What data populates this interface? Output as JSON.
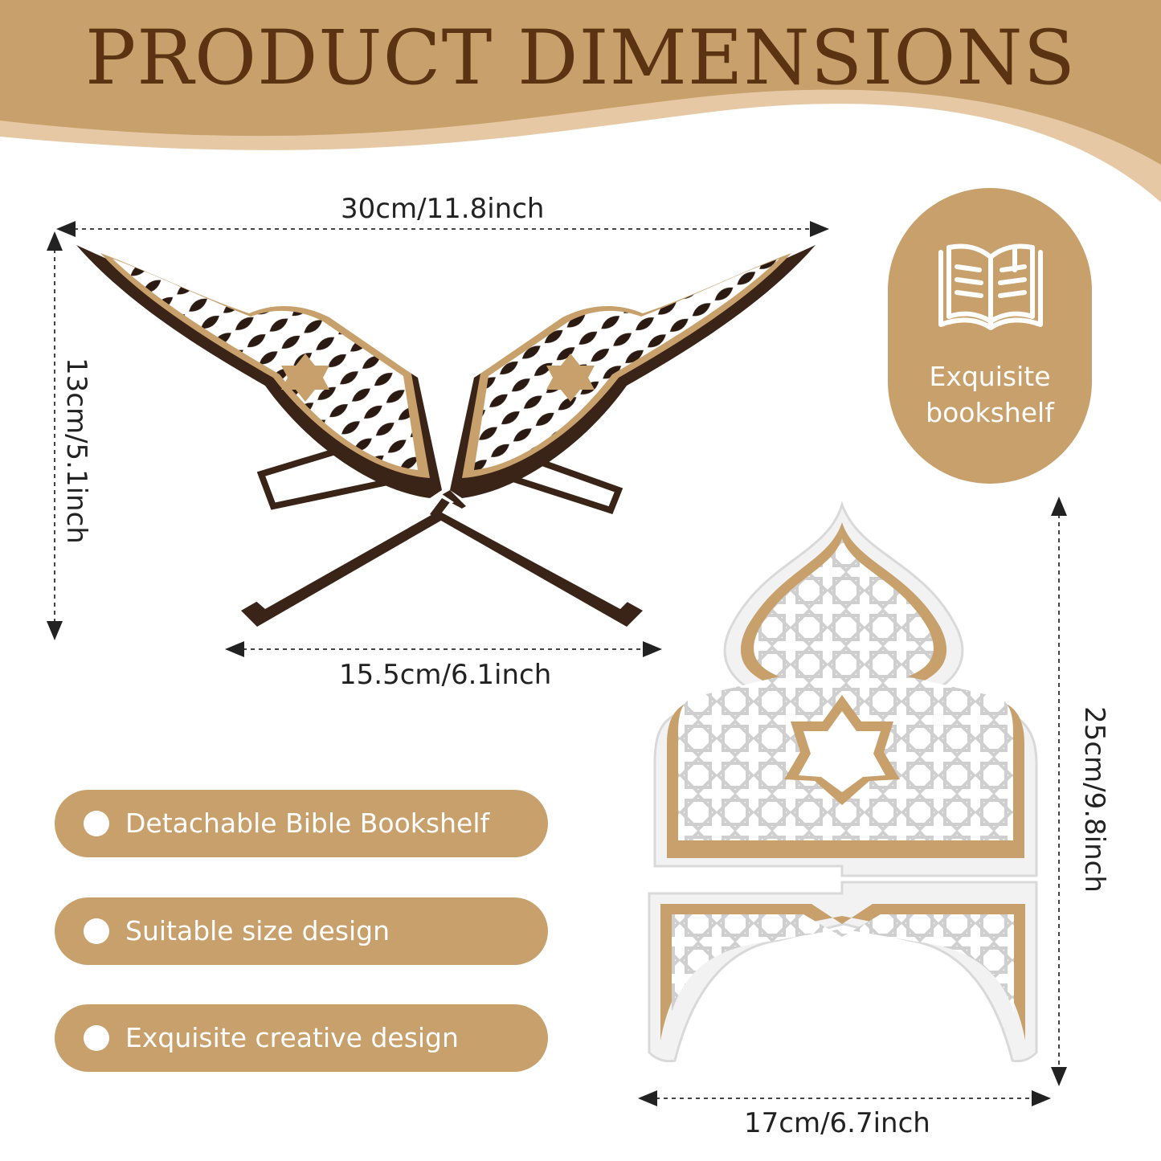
{
  "header": {
    "title": "PRODUCT DIMENSIONS"
  },
  "colors": {
    "accent": "#c8a06b",
    "accent_light": "#e6c9a4",
    "title": "#5a3412",
    "wood_dark": "#3a2418",
    "gold": "#c8a06b"
  },
  "dimensions": {
    "stand_width": "30cm/11.8inch",
    "stand_height": "13cm/5.1inch",
    "stand_base": "15.5cm/6.1inch",
    "panel_height": "25cm/9.8inch",
    "panel_width": "17cm/6.7inch"
  },
  "badge": {
    "icon": "open-book-icon",
    "line1": "Exquisite",
    "line2": "bookshelf"
  },
  "features": [
    {
      "label": "Detachable Bible Bookshelf"
    },
    {
      "label": "Suitable size design"
    },
    {
      "label": "Exquisite creative design"
    }
  ]
}
